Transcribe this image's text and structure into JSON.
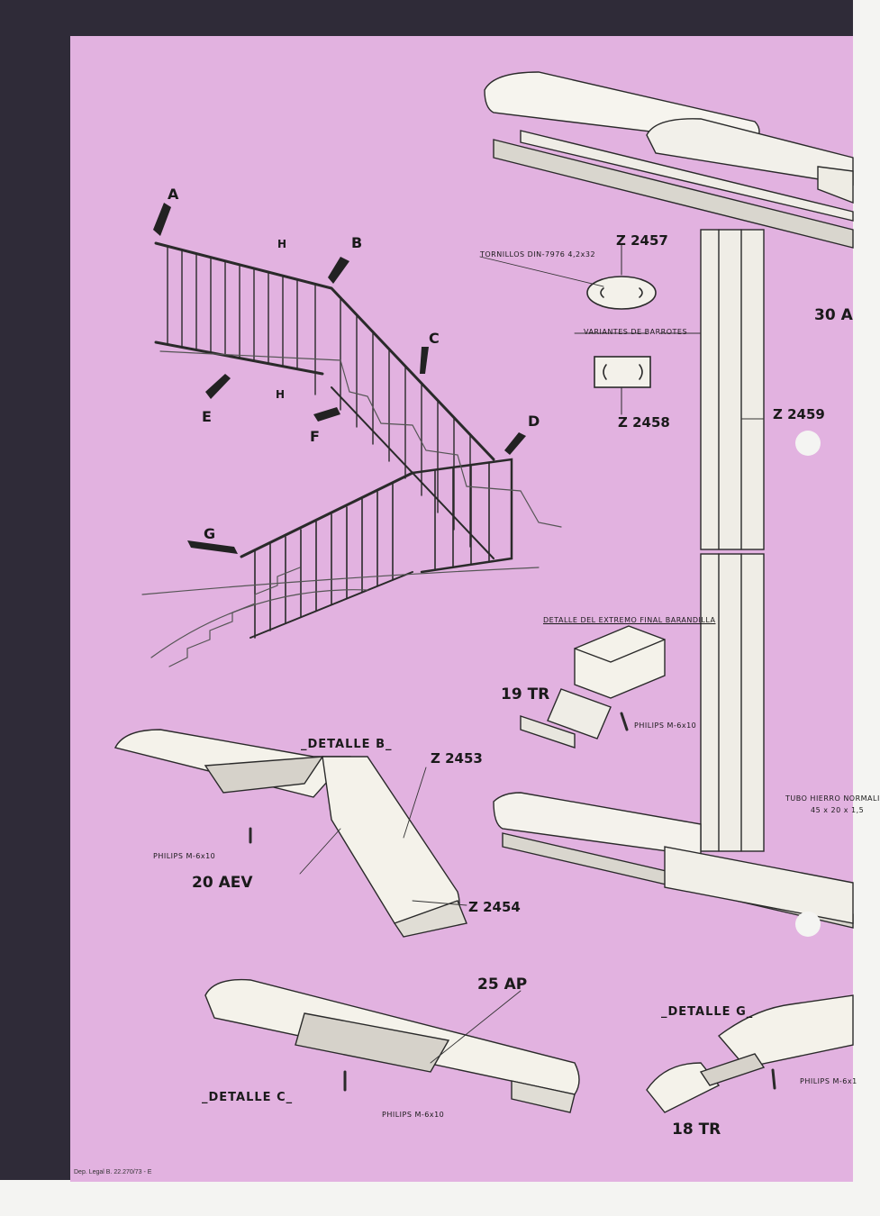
{
  "letters": {
    "a": "A",
    "b": "B",
    "c": "C",
    "d": "D",
    "e": "E",
    "f": "F",
    "g": "G",
    "h1": "H",
    "h2": "H"
  },
  "codes": {
    "z2457": "Z 2457",
    "z2458": "Z 2458",
    "z2459": "Z 2459",
    "z2453": "Z 2453",
    "z2454": "Z 2454",
    "ev20": "20 AEV",
    "ap25": "25 AP",
    "tr19": "19 TR",
    "tr18": "18 TR",
    "a30": "30 A"
  },
  "notes": {
    "tornillos": "TORNILLOS DIN-7976 4,2x32",
    "variantes": "VARIANTES DE BARROTES",
    "extremo": "DETALLE DEL EXTREMO FINAL BARANDILLA",
    "philips_top": "PHILIPS M-6x10",
    "philips_b": "PHILIPS M-6x10",
    "philips_c": "PHILIPS M-6x10",
    "philips_g": "PHILIPS M-6x1",
    "tubo": "TUBO HIERRO NORMALI",
    "tubo_size": "45 x 20 x 1,5"
  },
  "details": {
    "b": "_DETALLE B_",
    "c": "_DETALLE C_",
    "g": "_DETALLE G_"
  },
  "footer": "Dep. Legal B. 22.270/73 - E"
}
